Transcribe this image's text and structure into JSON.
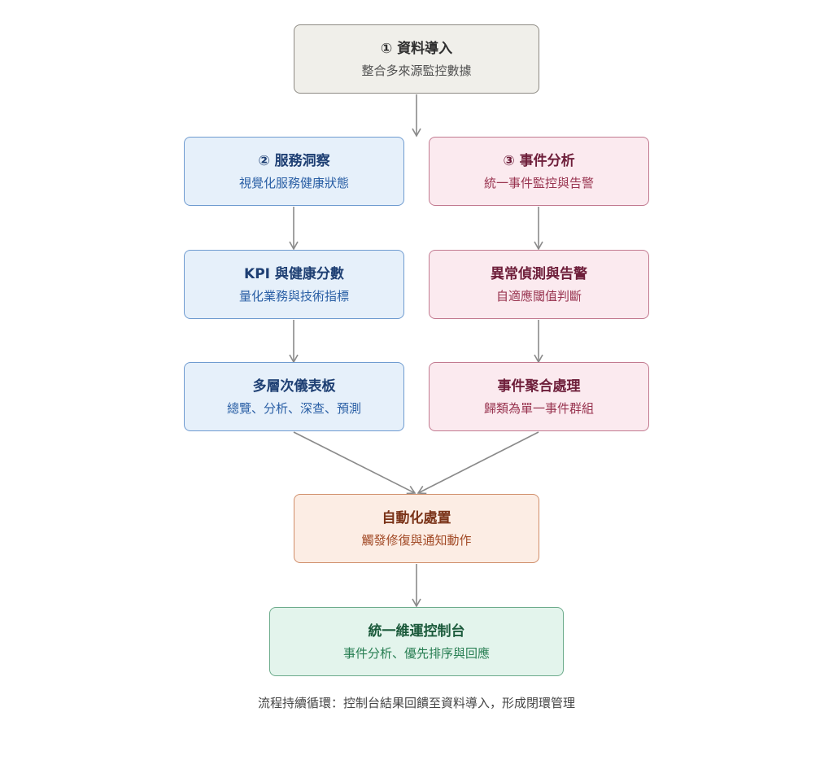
{
  "nodes": {
    "ingest": {
      "title": "① 資料導入",
      "subtitle": "整合多來源監控數據"
    },
    "service_insight": {
      "title": "② 服務洞察",
      "subtitle": "視覺化服務健康狀態"
    },
    "event_analysis": {
      "title": "③ 事件分析",
      "subtitle": "統一事件監控與告警"
    },
    "kpi": {
      "title": "KPI 與健康分數",
      "subtitle": "量化業務與技術指標"
    },
    "anomaly": {
      "title": "異常偵測與告警",
      "subtitle": "自適應閾值判斷"
    },
    "dashboards": {
      "title": "多層次儀表板",
      "subtitle": "總覽、分析、深查、預測"
    },
    "aggregation": {
      "title": "事件聚合處理",
      "subtitle": "歸類為單一事件群組"
    },
    "automation": {
      "title": "自動化處置",
      "subtitle": "觸發修復與通知動作"
    },
    "console": {
      "title": "統一維運控制台",
      "subtitle": "事件分析、優先排序與回應"
    }
  },
  "footer_note": "流程持續循環：控制台結果回饋至資料導入，形成閉環管理",
  "colors": {
    "arrow": "#8a8a8a",
    "gray_fill": "#f0efea",
    "blue_fill": "#e6f0fa",
    "pink_fill": "#fbeaef",
    "orange_fill": "#fcede4",
    "green_fill": "#e3f4ec"
  }
}
